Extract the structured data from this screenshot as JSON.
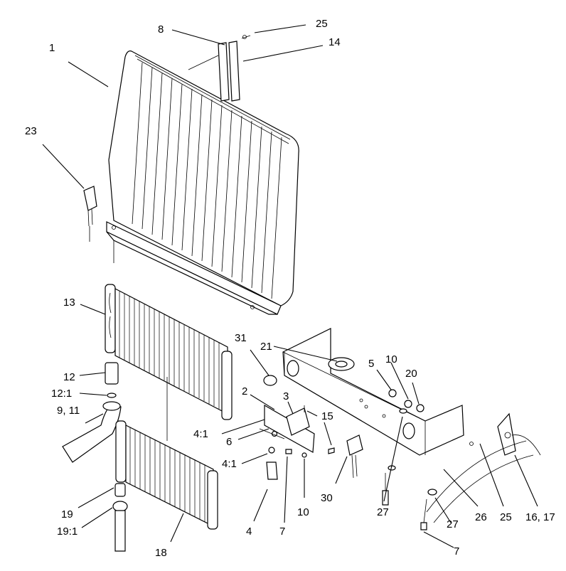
{
  "diagram": {
    "callouts": [
      "1",
      "8",
      "25",
      "14",
      "23",
      "13",
      "12",
      "12:1",
      "9, 11",
      "31",
      "21",
      "10",
      "5",
      "20",
      "2",
      "3",
      "15",
      "4:1",
      "6",
      "4:1",
      "30",
      "27",
      "26",
      "25",
      "16, 17",
      "27",
      "7",
      "19",
      "19:1",
      "18",
      "4",
      "7",
      "10"
    ]
  },
  "colors": {
    "line": "#000000",
    "background": "#ffffff"
  }
}
